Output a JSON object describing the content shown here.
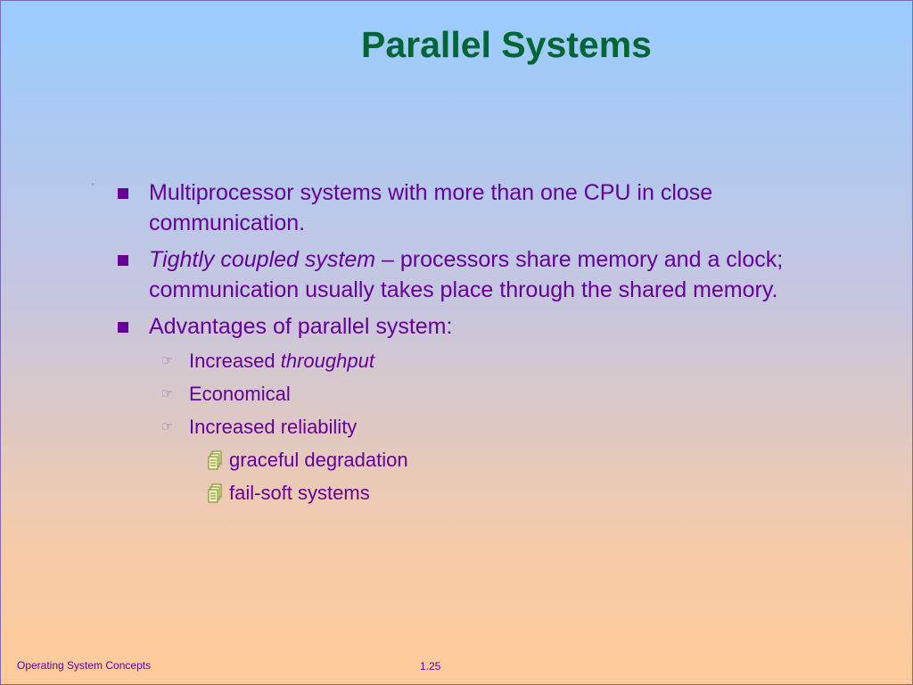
{
  "slide": {
    "title": "Parallel Systems",
    "stray_mark": "˚"
  },
  "bullets": [
    {
      "text": "Multiprocessor systems with more than one CPU in close communication."
    },
    {
      "italic": "Tightly coupled system",
      "text": " – processors share memory and a clock; communication usually takes place through the shared memory."
    },
    {
      "text": "Advantages of parallel system:"
    }
  ],
  "sub_bullets": [
    {
      "text": "Increased ",
      "italic": "throughput"
    },
    {
      "text": "Economical"
    },
    {
      "text": "Increased reliability"
    }
  ],
  "sub_sub_bullets": [
    {
      "text": "graceful degradation"
    },
    {
      "text": "fail-soft systems"
    }
  ],
  "footer": {
    "left": "Operating System Concepts",
    "page": "1.25"
  },
  "colors": {
    "title": "#006633",
    "body": "#660099",
    "background_top": "#99ccff",
    "background_bottom": "#ffcc99"
  },
  "icons": {
    "level1": "square-bullet-icon",
    "level2": "pointing-hand-icon",
    "level3": "document-stack-icon"
  }
}
